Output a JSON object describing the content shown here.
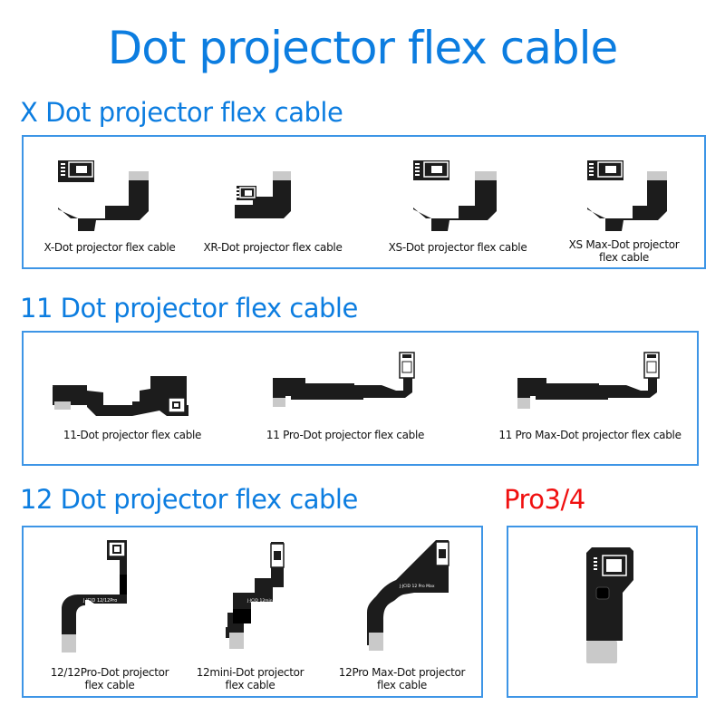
{
  "page": {
    "title": "Dot projector flex cable"
  },
  "colors": {
    "title_blue": "#0c7de0",
    "accent_red": "#f01010",
    "border_blue": "#3d95e6",
    "cable_black": "#1c1c1c",
    "connector_gray": "#c9c9c9"
  },
  "sections": [
    {
      "title": "X Dot projector flex cable",
      "items": [
        {
          "label": "X-Dot projector flex cable",
          "icon": "flex-cable-x-image"
        },
        {
          "label": "XR-Dot projector flex cable",
          "icon": "flex-cable-xr-image"
        },
        {
          "label": "XS-Dot projector flex cable",
          "icon": "flex-cable-xs-image"
        },
        {
          "label_line1": "XS Max-Dot projector",
          "label_line2": "flex cable",
          "icon": "flex-cable-xs-max-image"
        }
      ]
    },
    {
      "title": "11 Dot projector flex cable",
      "items": [
        {
          "label": "11-Dot projector flex cable",
          "icon": "flex-cable-11-image"
        },
        {
          "label": "11 Pro-Dot projector flex cable",
          "icon": "flex-cable-11-pro-image"
        },
        {
          "label": "11 Pro Max-Dot projector flex cable",
          "icon": "flex-cable-11-pro-max-image"
        }
      ]
    },
    {
      "title": "12 Dot projector flex cable",
      "items": [
        {
          "label_line1": "12/12Pro-Dot projector",
          "label_line2": "flex cable",
          "icon": "flex-cable-12-12pro-image",
          "printed_text": "12/12Pro",
          "brand": "JCID"
        },
        {
          "label_line1": "12mini-Dot projector",
          "label_line2": "flex cable",
          "icon": "flex-cable-12mini-image",
          "printed_text": "12mini",
          "brand": "JCID"
        },
        {
          "label_line1": "12Pro Max-Dot projector",
          "label_line2": "flex cable",
          "icon": "flex-cable-12pro-max-image",
          "printed_text": "12 Pro Max",
          "brand": "JCID"
        }
      ]
    },
    {
      "title": "Pro3/4",
      "items": [
        {
          "icon": "flex-cable-pro3-4-image"
        }
      ]
    }
  ]
}
